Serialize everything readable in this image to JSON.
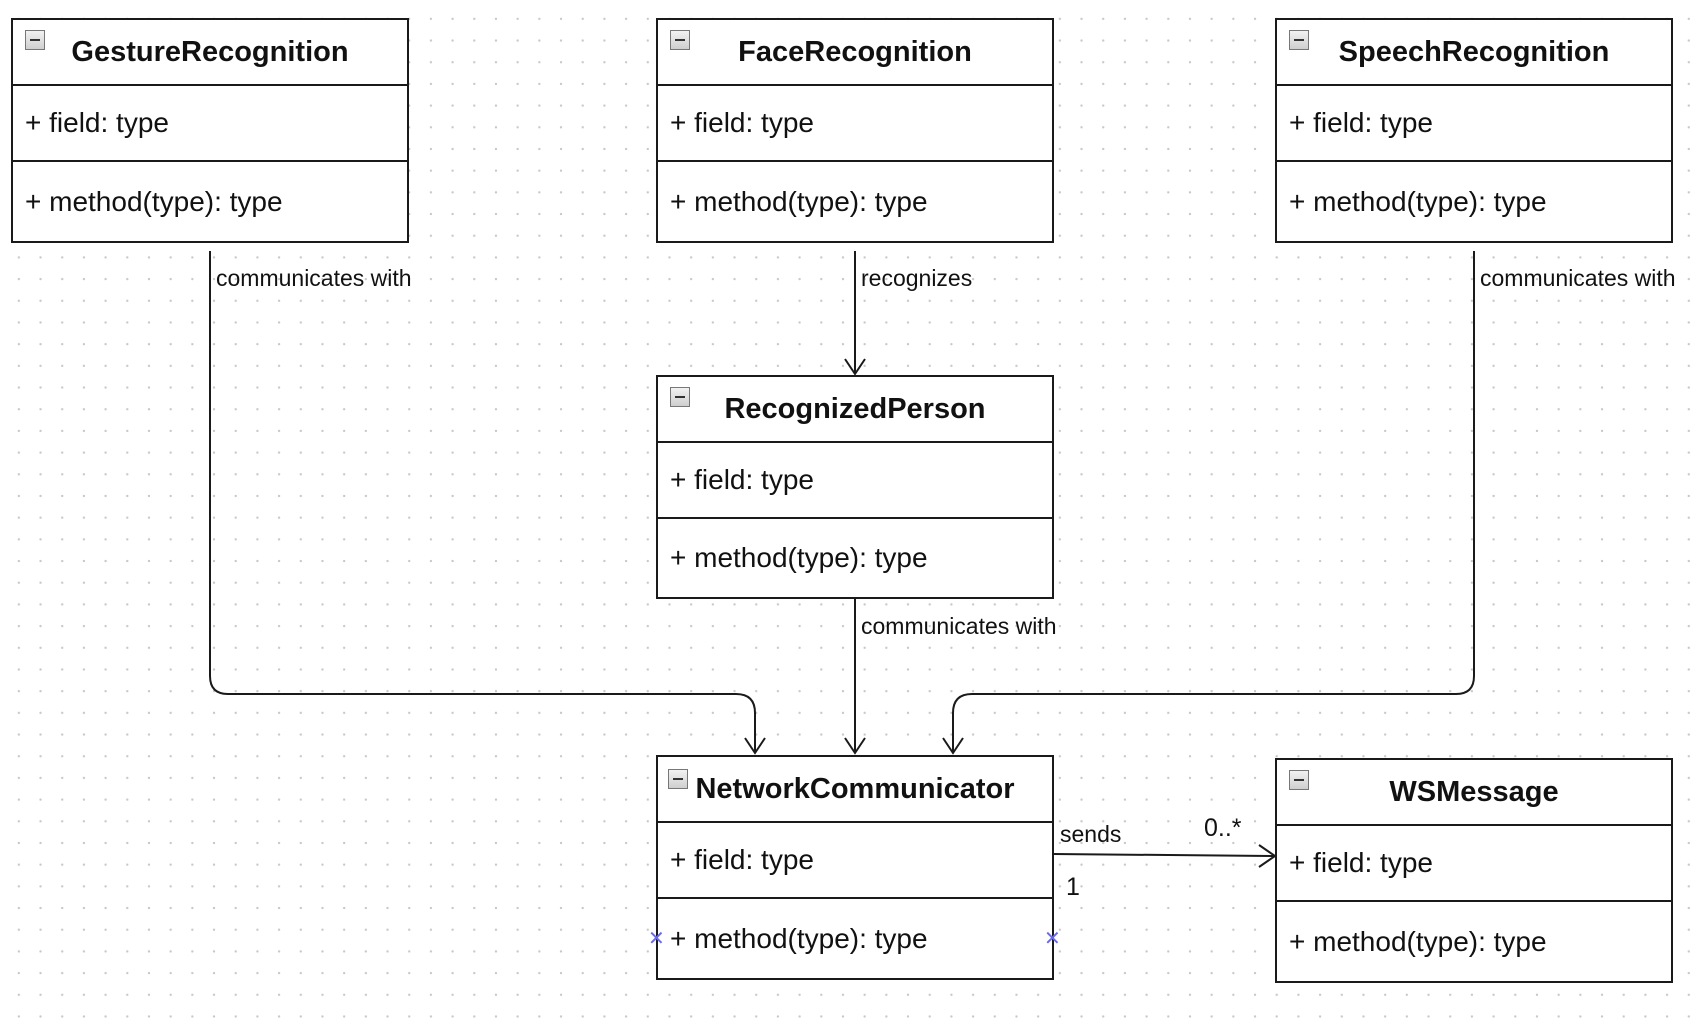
{
  "classes": {
    "gesture": {
      "name": "GestureRecognition",
      "field": "+ field: type",
      "method": "+ method(type): type"
    },
    "face": {
      "name": "FaceRecognition",
      "field": "+ field: type",
      "method": "+ method(type): type"
    },
    "speech": {
      "name": "SpeechRecognition",
      "field": "+ field: type",
      "method": "+ method(type): type"
    },
    "person": {
      "name": "RecognizedPerson",
      "field": "+ field: type",
      "method": "+ method(type): type"
    },
    "network": {
      "name": "NetworkCommunicator",
      "field": "+ field: type",
      "method": "+ method(type): type"
    },
    "wsmessage": {
      "name": "WSMessage",
      "field": "+ field: type",
      "method": "+ method(type): type"
    }
  },
  "edges": {
    "gesture_to_network": "communicates with",
    "face_to_person": "recognizes",
    "speech_to_network": "communicates with",
    "person_to_network": "communicates with",
    "network_to_wsmessage": "sends",
    "network_multiplicity": "1",
    "wsmessage_multiplicity": "0..*"
  },
  "colors": {
    "line": "#1a1a1a",
    "grid_dot": "#c8c8c8",
    "handle": "#6a6ae6"
  }
}
